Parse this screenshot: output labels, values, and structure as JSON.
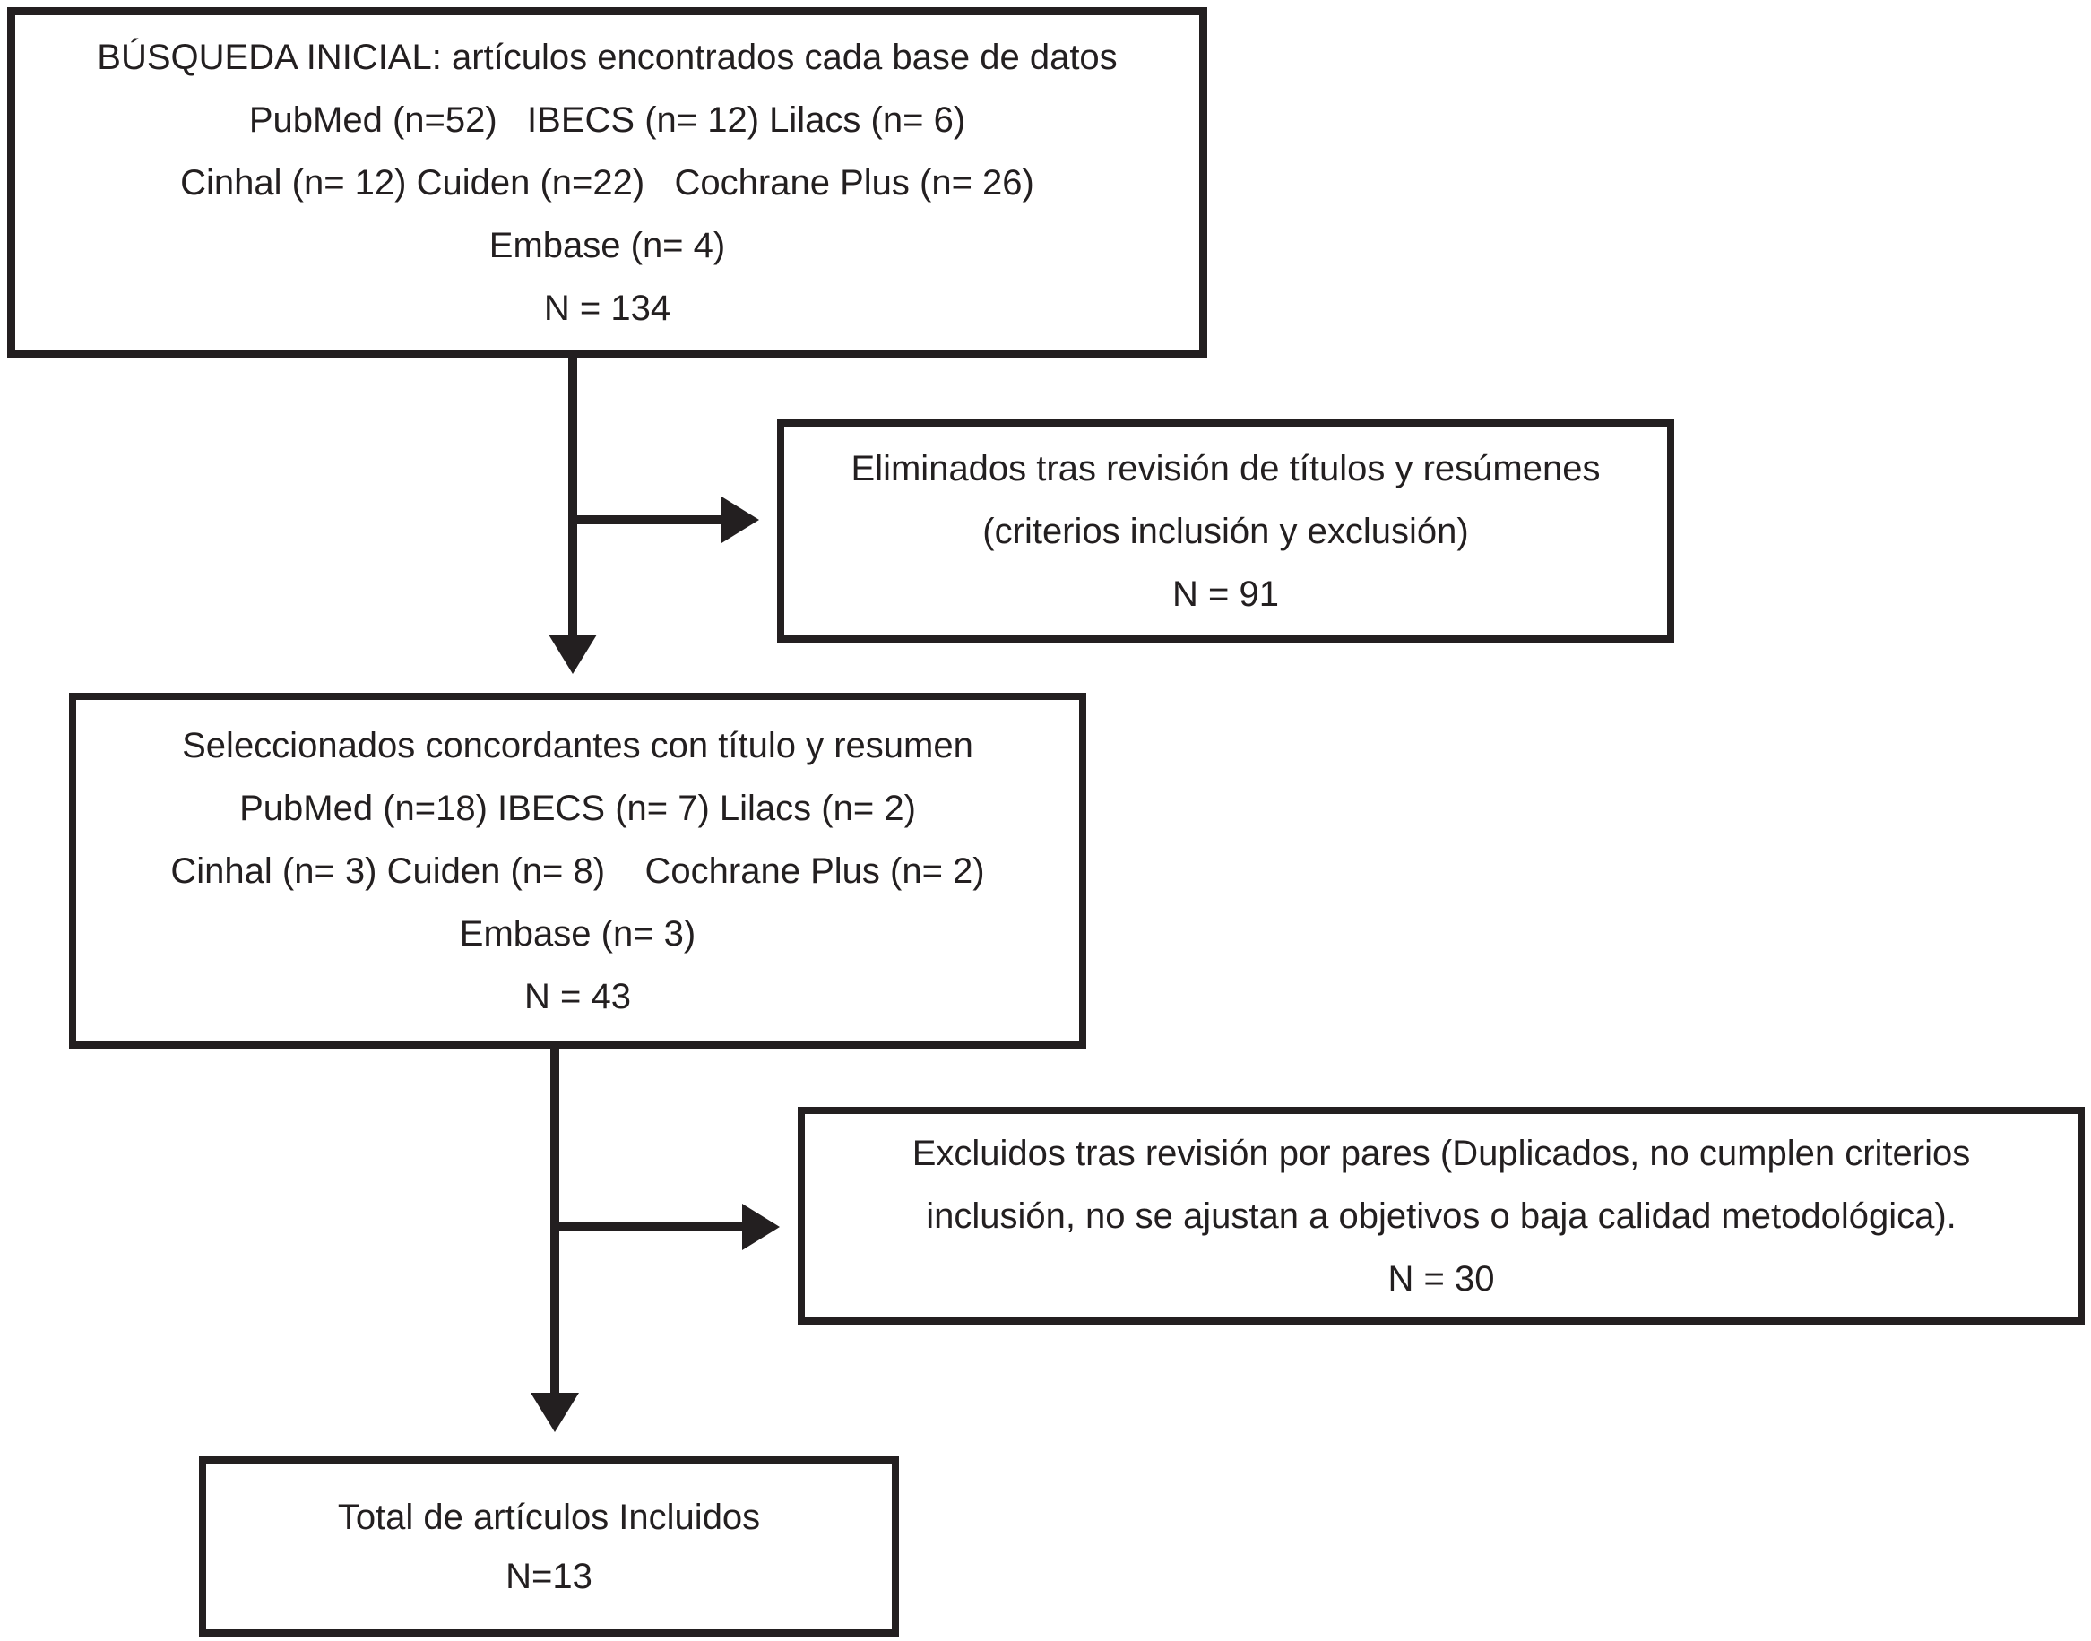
{
  "diagram": {
    "type": "flowchart-prisma",
    "colors": {
      "ink": "#231f20",
      "background": "#ffffff"
    },
    "boxes": {
      "initial": {
        "lines": [
          "BÚSQUEDA INICIAL: artículos encontrados cada base de datos",
          "PubMed (n=52)   IBECS (n= 12) Lilacs (n= 6)",
          "Cinhal (n= 12) Cuiden (n=22)   Cochrane Plus (n= 26)",
          "Embase (n= 4)",
          "N = 134"
        ]
      },
      "eliminated": {
        "lines": [
          "Eliminados tras revisión de títulos y resúmenes",
          "(criterios inclusión y exclusión)",
          "N = 91"
        ]
      },
      "selected": {
        "lines": [
          "Seleccionados concordantes con título y resumen",
          "PubMed (n=18) IBECS (n= 7) Lilacs (n= 2)",
          "Cinhal (n= 3) Cuiden (n= 8)    Cochrane Plus (n= 2)",
          "Embase (n= 3)",
          "N = 43"
        ]
      },
      "excluded": {
        "lines": [
          "Excluidos tras revisión por pares (Duplicados, no cumplen criterios",
          "inclusión, no se ajustan a objetivos o baja calidad metodológica).",
          "N = 30"
        ]
      },
      "total": {
        "lines": [
          "Total de artículos Incluidos",
          "N=13"
        ]
      }
    }
  }
}
